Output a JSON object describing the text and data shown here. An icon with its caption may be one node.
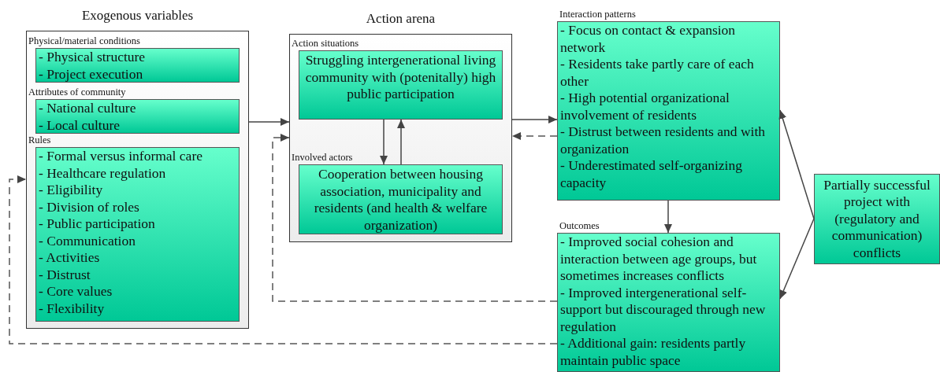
{
  "diagram": {
    "nodes": [
      {
        "text": [
          "Exogenous variables"
        ]
      },
      {
        "text": [
          "Physical/material conditions",
          "- Physical structure",
          "- Project execution"
        ],
        "in": 0
      },
      {
        "text": [
          "Attributes of community",
          "- National culture",
          "- Local culture"
        ],
        "in": 0
      },
      {
        "text": [
          "Rules",
          "- Formal versus informal care",
          "- Healthcare regulation",
          "- Eligibility",
          "- Division of roles",
          "- Public participation",
          "- Communication",
          "- Activities",
          "- Distrust",
          "- Core values",
          "- Flexibility"
        ],
        "in": 0
      },
      {
        "text": [
          "Action arena"
        ]
      },
      {
        "text": [
          "Action situations",
          "Struggling intergenerational living community with (potenitally) high public participation"
        ],
        "in": 4
      },
      {
        "text": [
          "Involved actors",
          "Cooperation between housing association, municipality and residents (and health & welfare organization)"
        ],
        "in": 4
      },
      {
        "text": [
          "Interaction patterns",
          "- Focus on contact & expansion network",
          "- Residents take partly care of each other",
          "- High potential organizational involvement of residents",
          "- Distrust between residents and with organization",
          "- Underestimated self-organizing capacity"
        ]
      },
      {
        "text": [
          "Outcomes",
          "- Improved social cohesion and interaction between age groups, but sometimes increases conflicts",
          "- Improved intergenerational self-support but discouraged through new regulation",
          "- Additional gain: residents partly maintain public space"
        ]
      },
      {
        "text": [
          "Partially successful project with (regulatory and communication) conflicts"
        ]
      }
    ],
    "edges": [
      {
        "from": 0,
        "to": 4,
        "arrow": "to"
      },
      {
        "from": 5,
        "to": 6,
        "arrow": "to"
      },
      {
        "from": 6,
        "to": 5,
        "arrow": "to"
      },
      {
        "from": 4,
        "to": 7,
        "arrow": "to"
      },
      {
        "from": 7,
        "to": 4,
        "arrow": "to",
        "style": "dashed"
      },
      {
        "from": 7,
        "to": 8,
        "arrow": "to"
      },
      {
        "from": 9,
        "to": 7,
        "arrow": "to"
      },
      {
        "from": 9,
        "to": 8,
        "arrow": "to"
      },
      {
        "from": 8,
        "to": 4,
        "arrow": "to",
        "style": "dashed"
      },
      {
        "from": 8,
        "to": 0,
        "arrow": "to",
        "style": "dashed"
      }
    ]
  }
}
